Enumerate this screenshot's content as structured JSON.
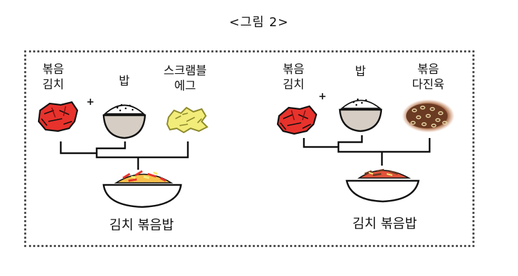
{
  "figure_title": "<그림 2>",
  "left": {
    "kimchi": [
      "볶음",
      "김치"
    ],
    "rice": "밥",
    "egg": [
      "스크램블",
      "에그"
    ],
    "plus": "+",
    "result": "김치 볶음밥"
  },
  "right": {
    "kimchi": [
      "볶음",
      "김치"
    ],
    "rice": "밥",
    "meat": [
      "볶음",
      "다진육"
    ],
    "plus": "+",
    "result": "김치 볶음밥"
  },
  "colors": {
    "kimchi": "#e8322c",
    "egg": "#f2ec7a",
    "meat": "#6b3a22",
    "bowl_fill": "#d6cec4",
    "frame": "#555555"
  }
}
